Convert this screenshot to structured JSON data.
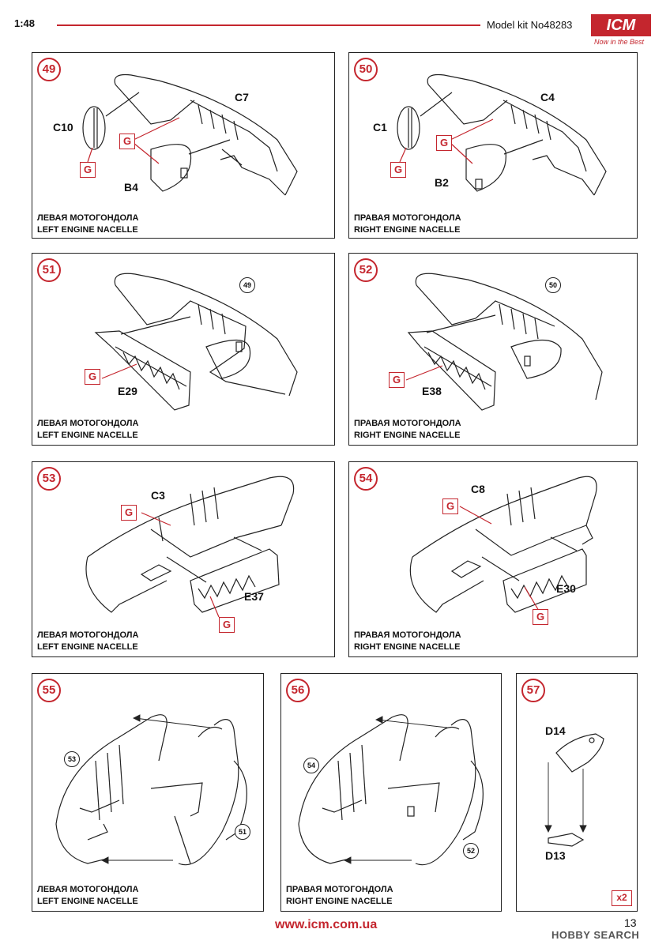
{
  "header": {
    "scale": "1:48",
    "kit": "Model kit No48283",
    "logo": "ICM",
    "logo_tagline": "Now in the Best"
  },
  "footer": {
    "website": "www.icm.com.ua",
    "page_number": "13",
    "watermark": "HOBBY SEARCH"
  },
  "glue_marker": "G",
  "colors": {
    "accent_red": "#c4262e",
    "line": "#222222"
  },
  "steps": [
    {
      "number": "49",
      "caption_ru": "ЛЕВАЯ МОТОГОНДОЛА",
      "caption_en": "LEFT ENGINE NACELLE",
      "parts": [
        "C10",
        "C7",
        "B4"
      ]
    },
    {
      "number": "50",
      "caption_ru": "ПРАВАЯ МОТОГОНДОЛА",
      "caption_en": "RIGHT ENGINE NACELLE",
      "parts": [
        "C1",
        "C4",
        "B2"
      ]
    },
    {
      "number": "51",
      "caption_ru": "ЛЕВАЯ МОТОГОНДОЛА",
      "caption_en": "LEFT ENGINE NACELLE",
      "parts": [
        "E29"
      ],
      "ref": "49"
    },
    {
      "number": "52",
      "caption_ru": "ПРАВАЯ МОТОГОНДОЛА",
      "caption_en": "RIGHT ENGINE NACELLE",
      "parts": [
        "E38"
      ],
      "ref": "50"
    },
    {
      "number": "53",
      "caption_ru": "ЛЕВАЯ МОТОГОНДОЛА",
      "caption_en": "LEFT ENGINE NACELLE",
      "parts": [
        "C3",
        "E37"
      ]
    },
    {
      "number": "54",
      "caption_ru": "ПРАВАЯ МОТОГОНДОЛА",
      "caption_en": "RIGHT ENGINE NACELLE",
      "parts": [
        "C8",
        "E30"
      ]
    },
    {
      "number": "55",
      "caption_ru": "ЛЕВАЯ МОТОГОНДОЛА",
      "caption_en": "LEFT ENGINE NACELLE",
      "refs": [
        "53",
        "51"
      ]
    },
    {
      "number": "56",
      "caption_ru": "ПРАВАЯ МОТОГОНДОЛА",
      "caption_en": "RIGHT ENGINE NACELLE",
      "refs": [
        "54",
        "52"
      ]
    },
    {
      "number": "57",
      "parts": [
        "D14",
        "D13"
      ],
      "multiplier": "x2"
    }
  ]
}
